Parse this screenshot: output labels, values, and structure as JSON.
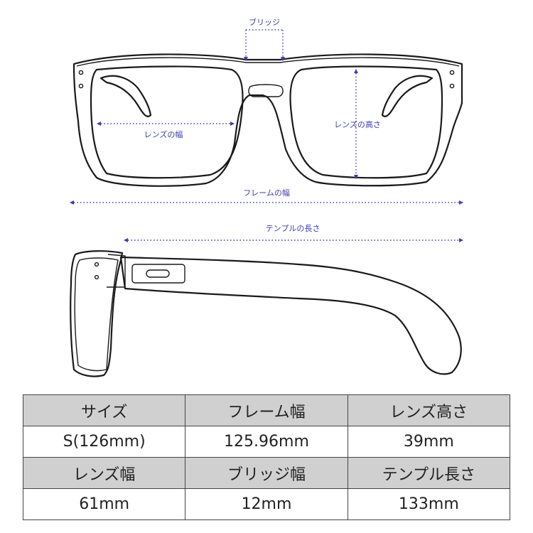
{
  "dimension_labels": {
    "bridge": "ブリッジ",
    "lens_width": "レンズの幅",
    "lens_height": "レンズの高さ",
    "frame_width": "フレームの幅",
    "temple_length": "テンプルの長さ"
  },
  "spec_table": {
    "row1_headers": [
      "サイズ",
      "フレーム幅",
      "レンズ高さ"
    ],
    "row1_values": [
      "S(126mm)",
      "125.96mm",
      "39mm"
    ],
    "row2_headers": [
      "レンズ幅",
      "ブリッジ幅",
      "テンプル長さ"
    ],
    "row2_values": [
      "61mm",
      "12mm",
      "133mm"
    ]
  },
  "colors": {
    "dimension_line": "#3d3db3",
    "header_fill": "#d0d0d0",
    "frame_stroke": "#1a1a1a"
  }
}
